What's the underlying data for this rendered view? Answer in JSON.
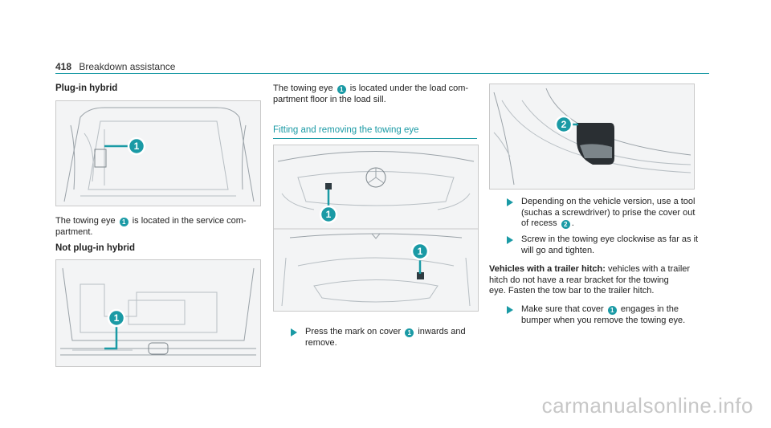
{
  "header": {
    "page_number": "418",
    "section": "Breakdown assistance"
  },
  "left": {
    "heading_plugin": "Plug-in hybrid",
    "para_plugin_1": "The towing eye",
    "para_plugin_2": "is located in the service com-",
    "para_plugin_3": "partment.",
    "heading_not_plugin": "Not plug-in hybrid"
  },
  "middle": {
    "para_1": "The towing eye",
    "para_2": "is located under the load com-",
    "para_3": "partment floor in the load sill.",
    "link_heading": "Fitting and removing the towing eye",
    "bullet_1a": "Press the mark on cover",
    "bullet_1b": "inwards and",
    "bullet_1c": "remove."
  },
  "right": {
    "bullet_2a": "Depending on the vehicle version, use a tool",
    "bullet_2b": "(suchas a screwdriver) to prise the cover out",
    "bullet_2c": "of recess",
    "bullet_3a": "Screw in the towing eye clockwise as far as it",
    "bullet_3b": "will go and tighten.",
    "note_bold": "Vehicles with a trailer hitch:",
    "note_1": "vehicles with a trailer",
    "note_2": "hitch do not have a rear bracket for the towing",
    "note_3": "eye. Fasten the tow bar to the trailer hitch.",
    "bullet_4a": "Make sure that cover",
    "bullet_4b": "engages in the",
    "bullet_4c": "bumper when you remove the towing eye."
  },
  "callouts": {
    "one": "1",
    "two": "2"
  },
  "watermark": "carmanualsonline.info",
  "colors": {
    "accent": "#1a9aa5",
    "frame": "#c9c9c9"
  }
}
